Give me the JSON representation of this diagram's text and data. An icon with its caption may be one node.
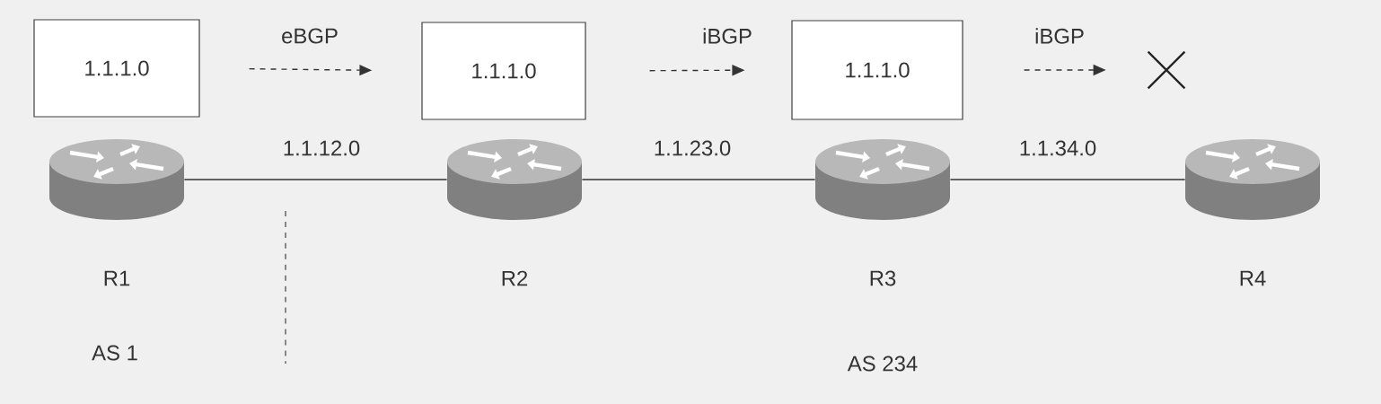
{
  "diagram": {
    "nodes": [
      {
        "text": [
          "1.1.1.0"
        ]
      },
      {
        "text": [
          "1.1.1.0"
        ]
      },
      {
        "text": [
          "1.1.1.0"
        ]
      },
      {
        "text": [],
        "shape": "cross"
      },
      {
        "text": [],
        "shape": "cylinder",
        "beside": [
          "R1"
        ]
      },
      {
        "text": [],
        "shape": "cylinder",
        "beside": [
          "R2"
        ]
      },
      {
        "text": [],
        "shape": "cylinder",
        "beside": [
          "R3"
        ]
      },
      {
        "text": [],
        "shape": "cylinder",
        "beside": [
          "R4"
        ]
      }
    ],
    "edges": [
      {
        "from": 0,
        "to": 1,
        "arrow": "to",
        "label": "eBGP",
        "style": "dashed"
      },
      {
        "from": 1,
        "to": 2,
        "arrow": "to",
        "label": "iBGP",
        "style": "dashed"
      },
      {
        "from": 2,
        "to": 3,
        "arrow": "to",
        "label": "iBGP",
        "style": "dashed"
      },
      {
        "from": 4,
        "to": 5,
        "arrow": "none",
        "label": "1.1.12.0"
      },
      {
        "from": 5,
        "to": 6,
        "arrow": "none",
        "label": "1.1.23.0"
      },
      {
        "from": 6,
        "to": 7,
        "arrow": "none",
        "label": "1.1.34.0"
      }
    ],
    "labels": [
      "AS 1",
      "AS 234"
    ]
  }
}
